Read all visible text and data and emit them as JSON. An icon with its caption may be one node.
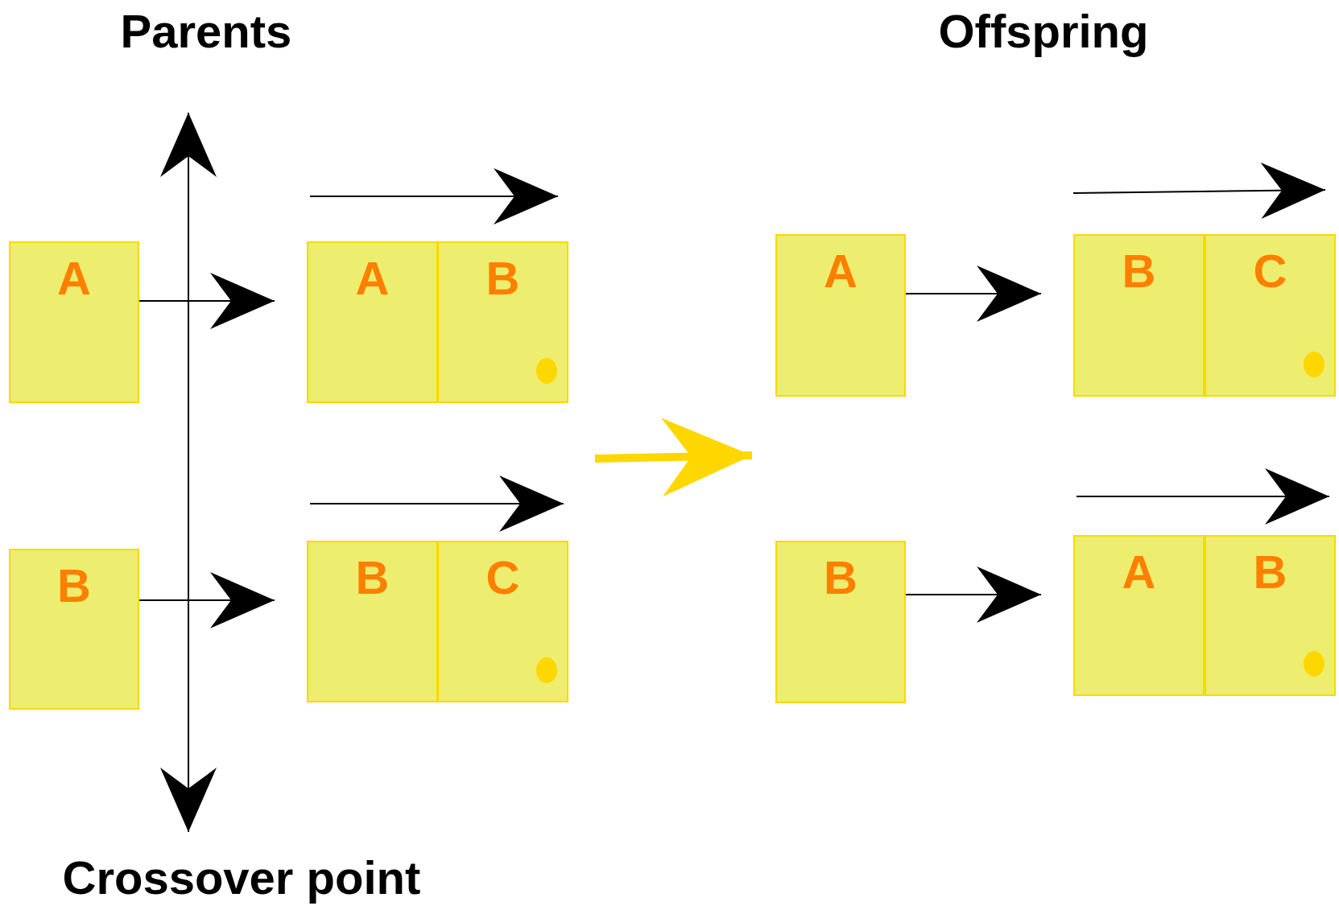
{
  "diagram": {
    "nodes": [
      {
        "text": [
          "A"
        ]
      },
      {
        "text": [
          "B"
        ]
      },
      {
        "text": [
          "A"
        ]
      },
      {
        "text": [
          "B"
        ]
      },
      {
        "text": [
          "B"
        ]
      },
      {
        "text": [
          "C"
        ]
      },
      {
        "text": [
          "A"
        ]
      },
      {
        "text": [
          "B"
        ]
      },
      {
        "text": [
          "B"
        ]
      },
      {
        "text": [
          "C"
        ]
      },
      {
        "text": [
          "A"
        ]
      },
      {
        "text": [
          "B"
        ]
      }
    ],
    "edges": [
      {
        "from": 0,
        "to": 2,
        "arrow": "to"
      },
      {
        "from": 1,
        "to": 4,
        "arrow": "to"
      },
      {
        "from": 6,
        "to": 8,
        "arrow": "to"
      },
      {
        "from": 7,
        "to": 10,
        "arrow": "to"
      }
    ],
    "labels": [
      "Parents",
      "Offspring",
      "Crossover point"
    ]
  }
}
